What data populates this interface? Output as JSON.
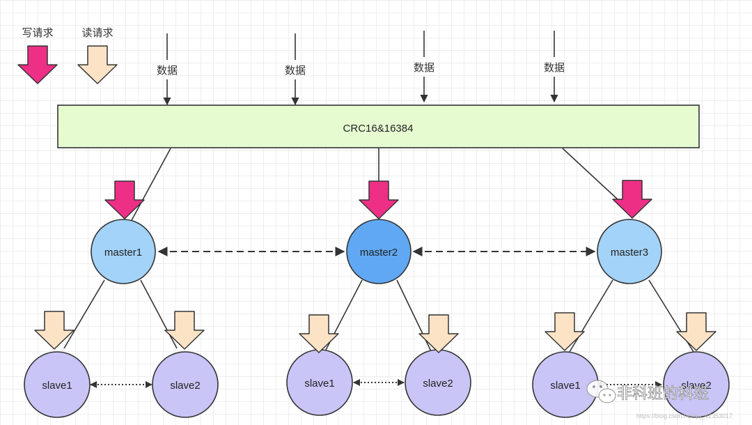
{
  "legend": {
    "write_label": "写请求",
    "read_label": "读请求"
  },
  "data_label": "数据",
  "hash_bar": {
    "label": "CRC16&16384"
  },
  "masters": [
    {
      "label": "master1"
    },
    {
      "label": "master2"
    },
    {
      "label": "master3"
    }
  ],
  "slaves": [
    {
      "label": "slave1"
    },
    {
      "label": "slave2"
    },
    {
      "label": "slave1"
    },
    {
      "label": "slave2"
    },
    {
      "label": "slave1"
    },
    {
      "label": "slave2"
    }
  ],
  "watermark": {
    "label": "非科班的科班",
    "url_fragment": "https://blog.csdn.net/qq_42353017"
  },
  "colors": {
    "write_arrow": "#ee2f86",
    "read_arrow": "#fde3c6",
    "bar_fill": "#e6fbd0",
    "bar_stroke": "#9bcc66",
    "master_fill": "#a3d3f8",
    "master_active_fill": "#60a8f3",
    "slave_fill": "#c9c5f7",
    "line": "#333333"
  },
  "icons": {
    "write": "pink-down-arrow-icon",
    "read": "cream-down-arrow-icon",
    "watermark": "wechat-icon"
  }
}
